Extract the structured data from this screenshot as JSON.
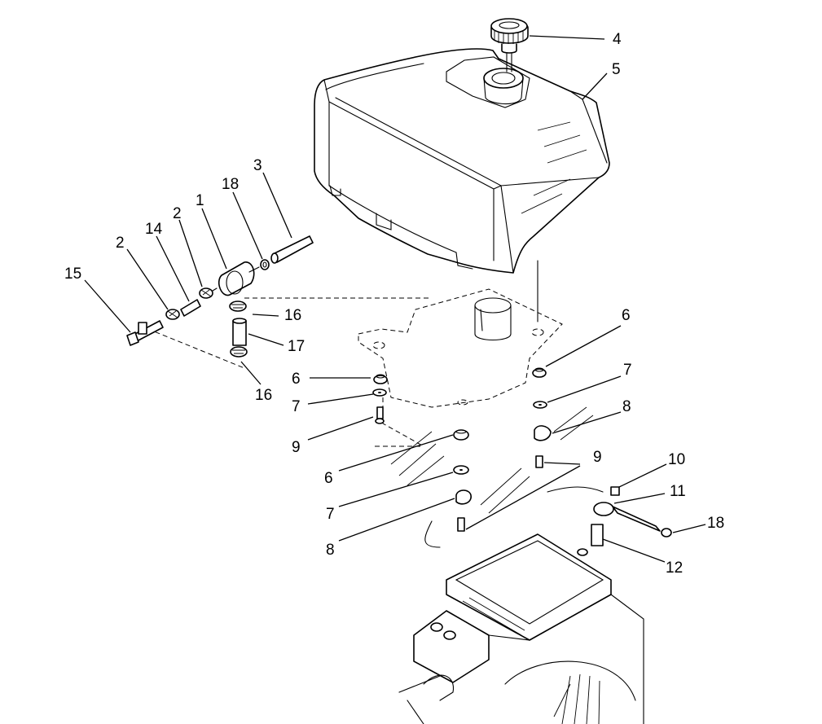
{
  "diagram": {
    "callouts": [
      {
        "id": "c1",
        "text": "1"
      },
      {
        "id": "c2a",
        "text": "2"
      },
      {
        "id": "c2b",
        "text": "2"
      },
      {
        "id": "c3",
        "text": "3"
      },
      {
        "id": "c4",
        "text": "4"
      },
      {
        "id": "c5",
        "text": "5"
      },
      {
        "id": "c6a",
        "text": "6"
      },
      {
        "id": "c6b",
        "text": "6"
      },
      {
        "id": "c6c",
        "text": "6"
      },
      {
        "id": "c7a",
        "text": "7"
      },
      {
        "id": "c7b",
        "text": "7"
      },
      {
        "id": "c7c",
        "text": "7"
      },
      {
        "id": "c8a",
        "text": "8"
      },
      {
        "id": "c8b",
        "text": "8"
      },
      {
        "id": "c9a",
        "text": "9"
      },
      {
        "id": "c9b",
        "text": "9"
      },
      {
        "id": "c10",
        "text": "10"
      },
      {
        "id": "c11",
        "text": "11"
      },
      {
        "id": "c12",
        "text": "12"
      },
      {
        "id": "c14",
        "text": "14"
      },
      {
        "id": "c15",
        "text": "15"
      },
      {
        "id": "c16a",
        "text": "16"
      },
      {
        "id": "c16b",
        "text": "16"
      },
      {
        "id": "c17",
        "text": "17"
      },
      {
        "id": "c18a",
        "text": "18"
      },
      {
        "id": "c18b",
        "text": "18"
      }
    ]
  }
}
